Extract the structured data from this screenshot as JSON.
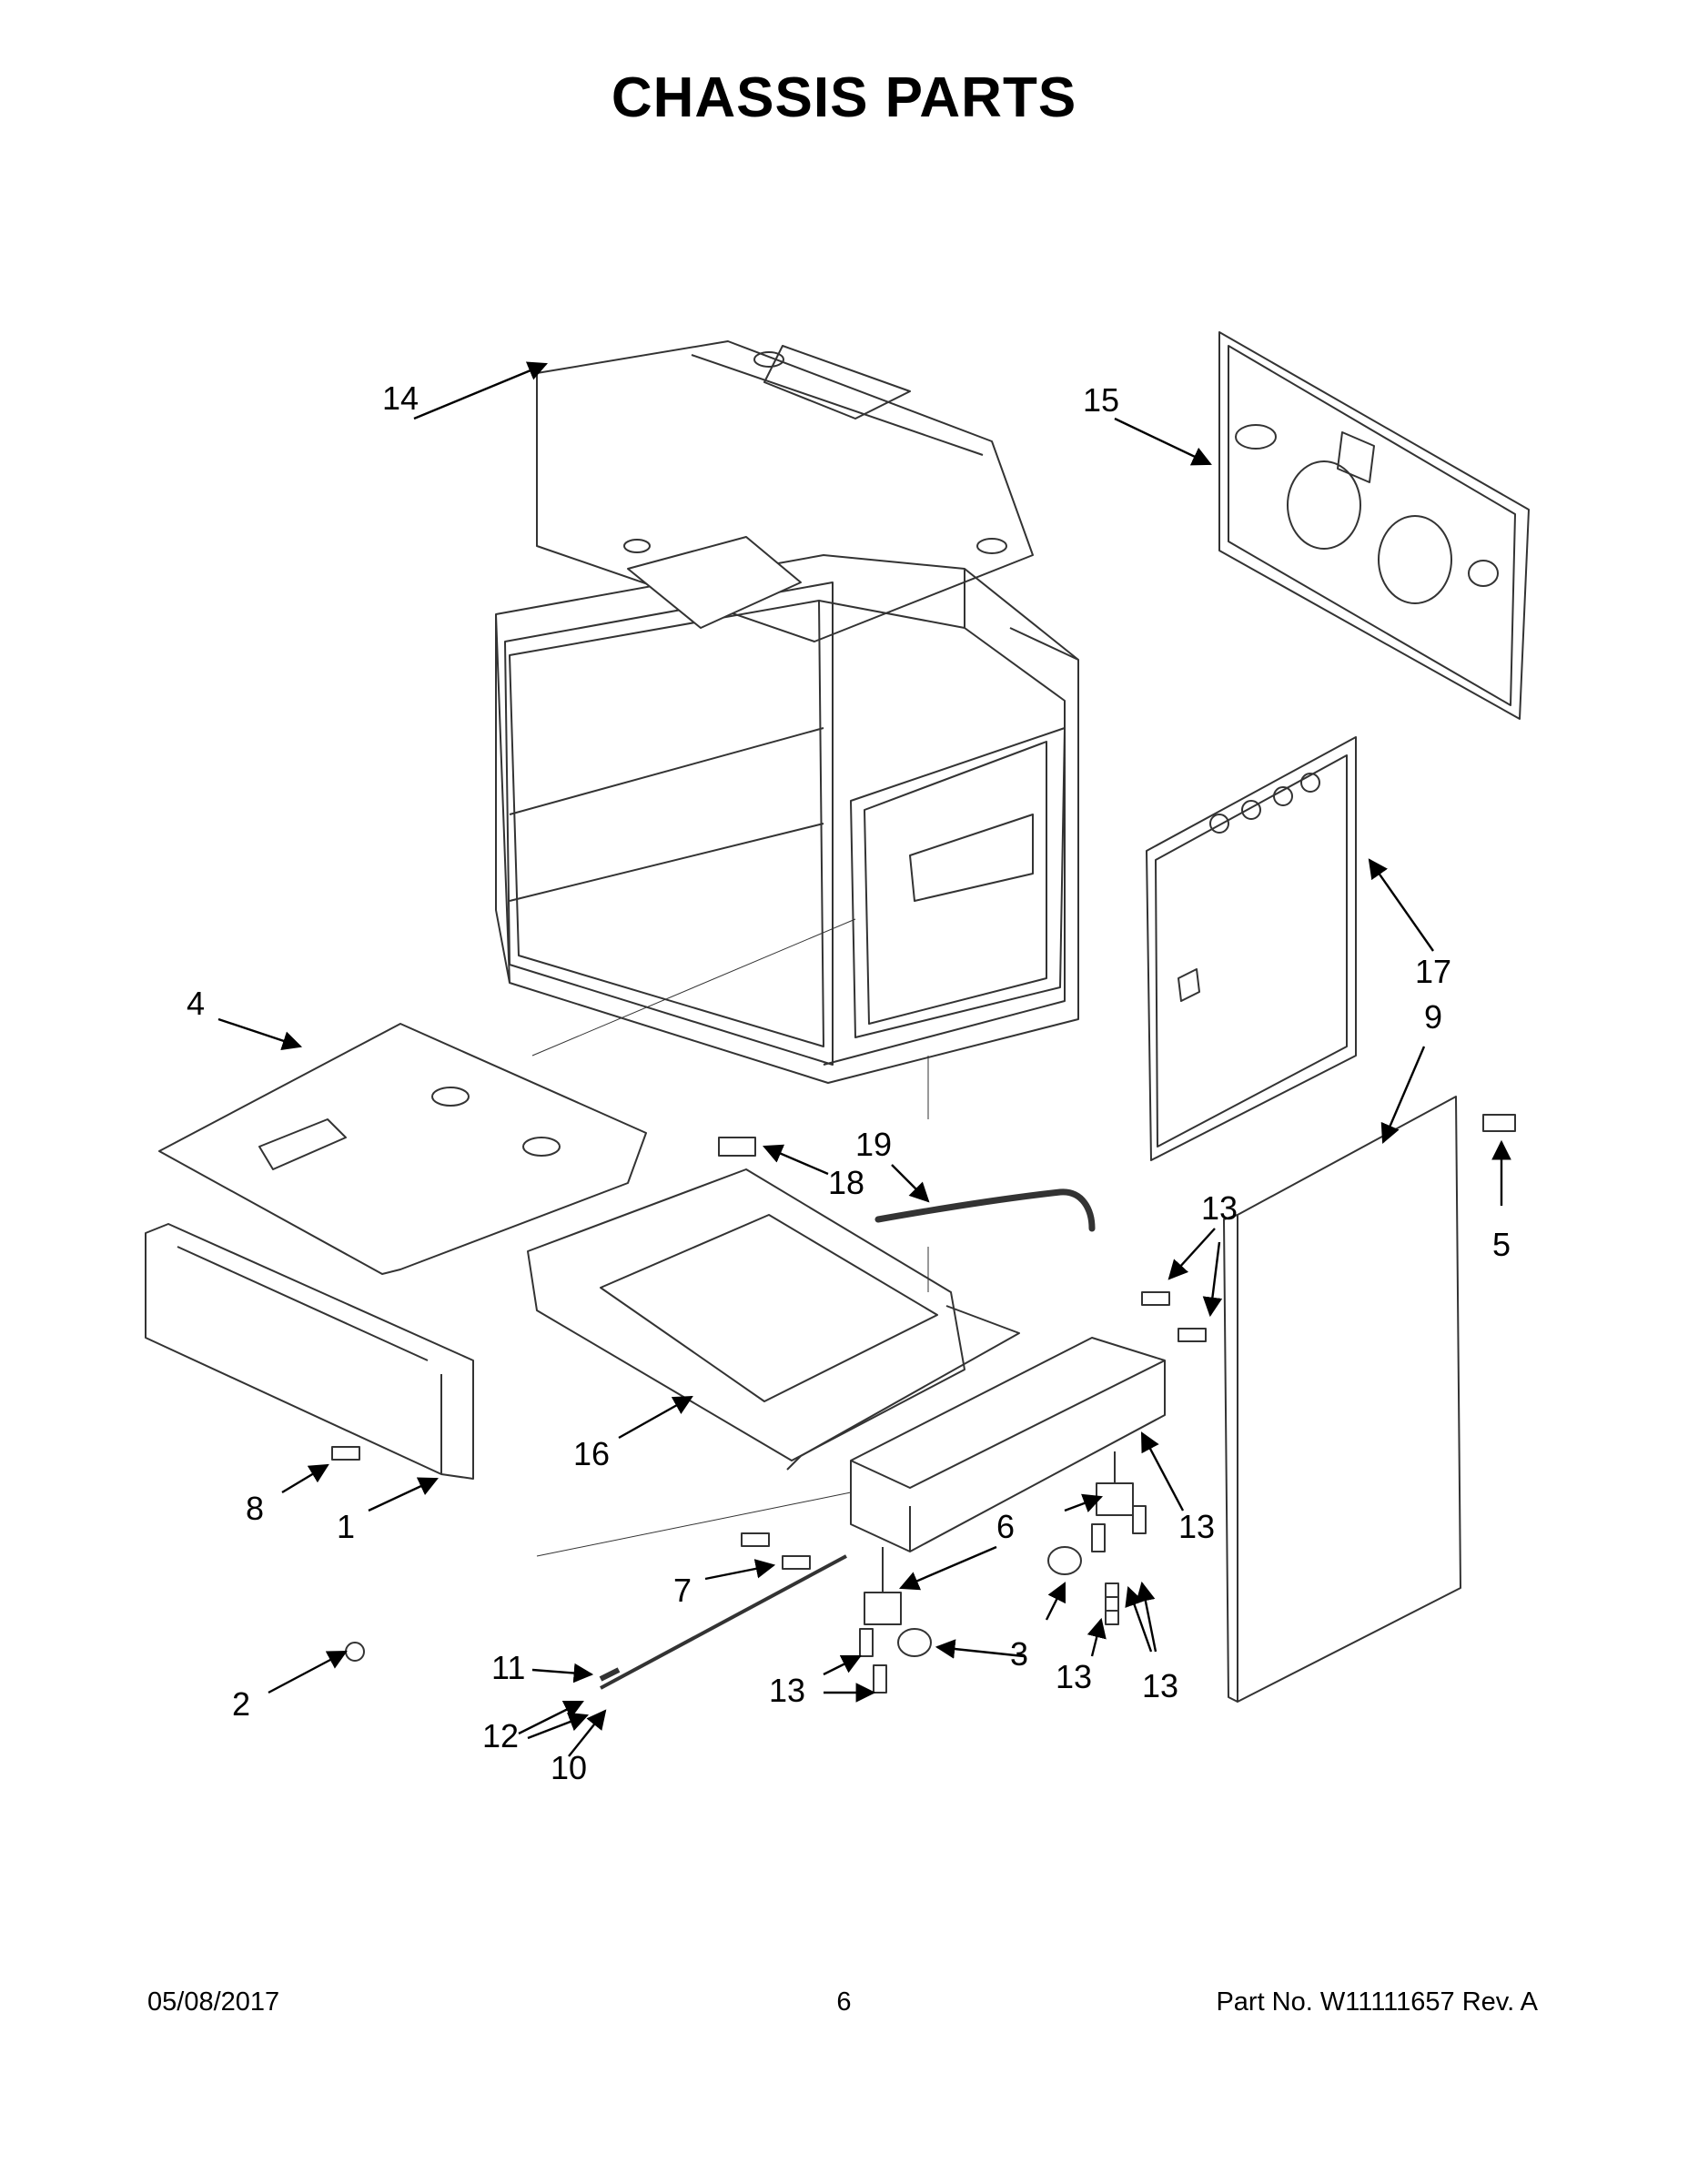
{
  "title": "CHASSIS PARTS",
  "footer": {
    "date": "05/08/2017",
    "page": "6",
    "part": "Part No.  W11111657  Rev.  A"
  },
  "callouts": [
    "14",
    "15",
    "4",
    "17",
    "9",
    "19",
    "18",
    "13",
    "5",
    "16",
    "8",
    "1",
    "6",
    "7",
    "13",
    "3",
    "2",
    "11",
    "12",
    "13",
    "13",
    "13",
    "10"
  ]
}
